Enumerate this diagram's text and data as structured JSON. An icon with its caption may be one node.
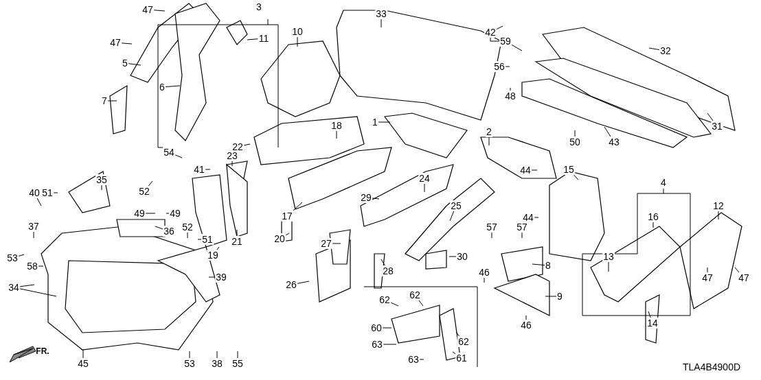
{
  "diagram": {
    "nodes": [
      {
        "text": [
          "47"
        ]
      },
      {
        "text": [
          "47"
        ]
      },
      {
        "text": [
          "5"
        ]
      },
      {
        "text": [
          "7"
        ]
      },
      {
        "text": [
          "11"
        ]
      },
      {
        "text": [
          "6"
        ]
      },
      {
        "text": [
          "10"
        ]
      },
      {
        "text": [
          "33"
        ]
      },
      {
        "text": [
          "59"
        ]
      },
      {
        "text": [
          "32"
        ]
      },
      {
        "text": [
          "56"
        ]
      },
      {
        "text": [
          "48"
        ]
      },
      {
        "text": [
          "1"
        ]
      },
      {
        "text": [
          "22"
        ]
      },
      {
        "text": [
          "23"
        ]
      },
      {
        "text": [
          "18"
        ]
      },
      {
        "text": [
          "31"
        ]
      },
      {
        "text": [
          "2"
        ]
      },
      {
        "text": [
          "50"
        ]
      },
      {
        "text": [
          "43"
        ]
      },
      {
        "text": [
          "54"
        ]
      },
      {
        "text": [
          "41"
        ]
      },
      {
        "text": [
          "44"
        ]
      },
      {
        "text": [
          "15"
        ]
      },
      {
        "text": [
          "35"
        ]
      },
      {
        "text": [
          "52"
        ]
      },
      {
        "text": [
          "40"
        ]
      },
      {
        "text": [
          "51"
        ]
      },
      {
        "text": [
          "24"
        ]
      },
      {
        "text": [
          "29"
        ]
      },
      {
        "text": [
          "49"
        ]
      },
      {
        "text": [
          "49"
        ]
      },
      {
        "text": [
          "16"
        ]
      },
      {
        "text": [
          "12"
        ]
      },
      {
        "text": [
          "17"
        ]
      },
      {
        "text": [
          "25"
        ]
      },
      {
        "text": [
          "44"
        ]
      },
      {
        "text": [
          "37"
        ]
      },
      {
        "text": [
          "52"
        ]
      },
      {
        "text": [
          "57"
        ]
      },
      {
        "text": [
          "57"
        ]
      },
      {
        "text": [
          "36"
        ]
      },
      {
        "text": [
          "21"
        ]
      },
      {
        "text": [
          "20"
        ]
      },
      {
        "text": [
          "51"
        ]
      },
      {
        "text": [
          "27"
        ]
      },
      {
        "text": [
          "19"
        ]
      },
      {
        "text": [
          "13"
        ]
      },
      {
        "text": [
          "30"
        ]
      },
      {
        "text": [
          "53"
        ]
      },
      {
        "text": [
          "8"
        ]
      },
      {
        "text": [
          "58"
        ]
      },
      {
        "text": [
          "28"
        ]
      },
      {
        "text": [
          "46"
        ]
      },
      {
        "text": [
          "39"
        ]
      },
      {
        "text": [
          "47"
        ]
      },
      {
        "text": [
          "47"
        ]
      },
      {
        "text": [
          "26"
        ]
      },
      {
        "text": [
          "9"
        ]
      },
      {
        "text": [
          "62"
        ]
      },
      {
        "text": [
          "62"
        ]
      },
      {
        "text": [
          "14"
        ]
      },
      {
        "text": [
          "46"
        ]
      },
      {
        "text": [
          "60"
        ]
      },
      {
        "text": [
          "62"
        ]
      },
      {
        "text": [
          "63"
        ]
      },
      {
        "text": [
          "63"
        ]
      },
      {
        "text": [
          "61"
        ]
      },
      {
        "text": [
          "45"
        ]
      },
      {
        "text": [
          "53"
        ]
      },
      {
        "text": [
          "38"
        ]
      },
      {
        "text": [
          "55"
        ]
      },
      {
        "text": [
          "34"
        ]
      },
      {
        "text": [
          "42"
        ]
      }
    ],
    "edges": [
      {
        "from": 0,
        "to": null,
        "arrow": "none"
      },
      {
        "from": 1,
        "to": null,
        "arrow": "none"
      },
      {
        "from": 2,
        "to": null,
        "arrow": "none"
      },
      {
        "from": 3,
        "to": null,
        "arrow": "none"
      },
      {
        "from": 4,
        "to": null,
        "arrow": "none"
      },
      {
        "from": 5,
        "to": null,
        "arrow": "none"
      },
      {
        "from": 6,
        "to": null,
        "arrow": "none"
      },
      {
        "from": 7,
        "to": null,
        "arrow": "none"
      },
      {
        "from": 8,
        "to": null,
        "arrow": "none"
      },
      {
        "from": 9,
        "to": null,
        "arrow": "none"
      },
      {
        "from": 10,
        "to": null,
        "arrow": "none"
      },
      {
        "from": 11,
        "to": null,
        "arrow": "none"
      },
      {
        "from": 12,
        "to": null,
        "arrow": "none"
      },
      {
        "from": 13,
        "to": null,
        "arrow": "none"
      },
      {
        "from": 14,
        "to": null,
        "arrow": "none"
      },
      {
        "from": 15,
        "to": null,
        "arrow": "none"
      },
      {
        "from": 16,
        "to": null,
        "arrow": "none"
      },
      {
        "from": 17,
        "to": null,
        "arrow": "none"
      },
      {
        "from": 18,
        "to": null,
        "arrow": "none"
      },
      {
        "from": 19,
        "to": null,
        "arrow": "none"
      },
      {
        "from": 20,
        "to": null,
        "arrow": "none"
      },
      {
        "from": 21,
        "to": null,
        "arrow": "none"
      },
      {
        "from": 22,
        "to": null,
        "arrow": "none"
      },
      {
        "from": 23,
        "to": null,
        "arrow": "none"
      },
      {
        "from": 24,
        "to": null,
        "arrow": "none"
      },
      {
        "from": 25,
        "to": null,
        "arrow": "none"
      },
      {
        "from": 26,
        "to": null,
        "arrow": "none"
      },
      {
        "from": 27,
        "to": null,
        "arrow": "none"
      },
      {
        "from": 28,
        "to": null,
        "arrow": "none"
      },
      {
        "from": 29,
        "to": null,
        "arrow": "none"
      },
      {
        "from": 30,
        "to": null,
        "arrow": "none"
      },
      {
        "from": 31,
        "to": null,
        "arrow": "none"
      },
      {
        "from": 32,
        "to": null,
        "arrow": "none"
      },
      {
        "from": 33,
        "to": null,
        "arrow": "none"
      },
      {
        "from": 34,
        "to": null,
        "arrow": "none"
      },
      {
        "from": 35,
        "to": null,
        "arrow": "none"
      },
      {
        "from": 36,
        "to": null,
        "arrow": "none"
      },
      {
        "from": 37,
        "to": null,
        "arrow": "none"
      },
      {
        "from": 38,
        "to": null,
        "arrow": "none"
      },
      {
        "from": 39,
        "to": null,
        "arrow": "none"
      },
      {
        "from": 40,
        "to": null,
        "arrow": "none"
      },
      {
        "from": 41,
        "to": null,
        "arrow": "none"
      },
      {
        "from": 42,
        "to": null,
        "arrow": "none"
      },
      {
        "from": 43,
        "to": null,
        "arrow": "none"
      },
      {
        "from": 44,
        "to": null,
        "arrow": "none"
      },
      {
        "from": 45,
        "to": null,
        "arrow": "none"
      },
      {
        "from": 46,
        "to": null,
        "arrow": "none"
      },
      {
        "from": 47,
        "to": null,
        "arrow": "none"
      },
      {
        "from": 48,
        "to": null,
        "arrow": "none"
      },
      {
        "from": 49,
        "to": null,
        "arrow": "none"
      },
      {
        "from": 50,
        "to": null,
        "arrow": "none"
      },
      {
        "from": 51,
        "to": null,
        "arrow": "none"
      },
      {
        "from": 52,
        "to": null,
        "arrow": "none"
      },
      {
        "from": 53,
        "to": null,
        "arrow": "none"
      },
      {
        "from": 54,
        "to": null,
        "arrow": "none"
      },
      {
        "from": 55,
        "to": null,
        "arrow": "none"
      },
      {
        "from": 56,
        "to": null,
        "arrow": "none"
      },
      {
        "from": 57,
        "to": null,
        "arrow": "none"
      },
      {
        "from": 58,
        "to": null,
        "arrow": "none"
      },
      {
        "from": 59,
        "to": null,
        "arrow": "none"
      },
      {
        "from": 60,
        "to": null,
        "arrow": "none"
      },
      {
        "from": 61,
        "to": null,
        "arrow": "none"
      },
      {
        "from": 62,
        "to": null,
        "arrow": "none"
      },
      {
        "from": 63,
        "to": null,
        "arrow": "none"
      },
      {
        "from": 64,
        "to": null,
        "arrow": "none"
      },
      {
        "from": 65,
        "to": null,
        "arrow": "none"
      },
      {
        "from": 66,
        "to": null,
        "arrow": "none"
      },
      {
        "from": 67,
        "to": null,
        "arrow": "none"
      },
      {
        "from": 68,
        "to": null,
        "arrow": "none"
      },
      {
        "from": 69,
        "to": null,
        "arrow": "none"
      },
      {
        "from": 70,
        "to": null,
        "arrow": "none"
      },
      {
        "from": 71,
        "to": null,
        "arrow": "none"
      },
      {
        "from": 72,
        "to": null,
        "arrow": "none"
      },
      {
        "from": 72,
        "to": null,
        "arrow": "none"
      },
      {
        "from": 73,
        "to": 8,
        "arrow": "none"
      },
      {
        "from": 73,
        "to": null,
        "arrow": "none"
      }
    ],
    "labels": [
      "3",
      "4",
      "FR.",
      "TLA4B4900D"
    ]
  }
}
